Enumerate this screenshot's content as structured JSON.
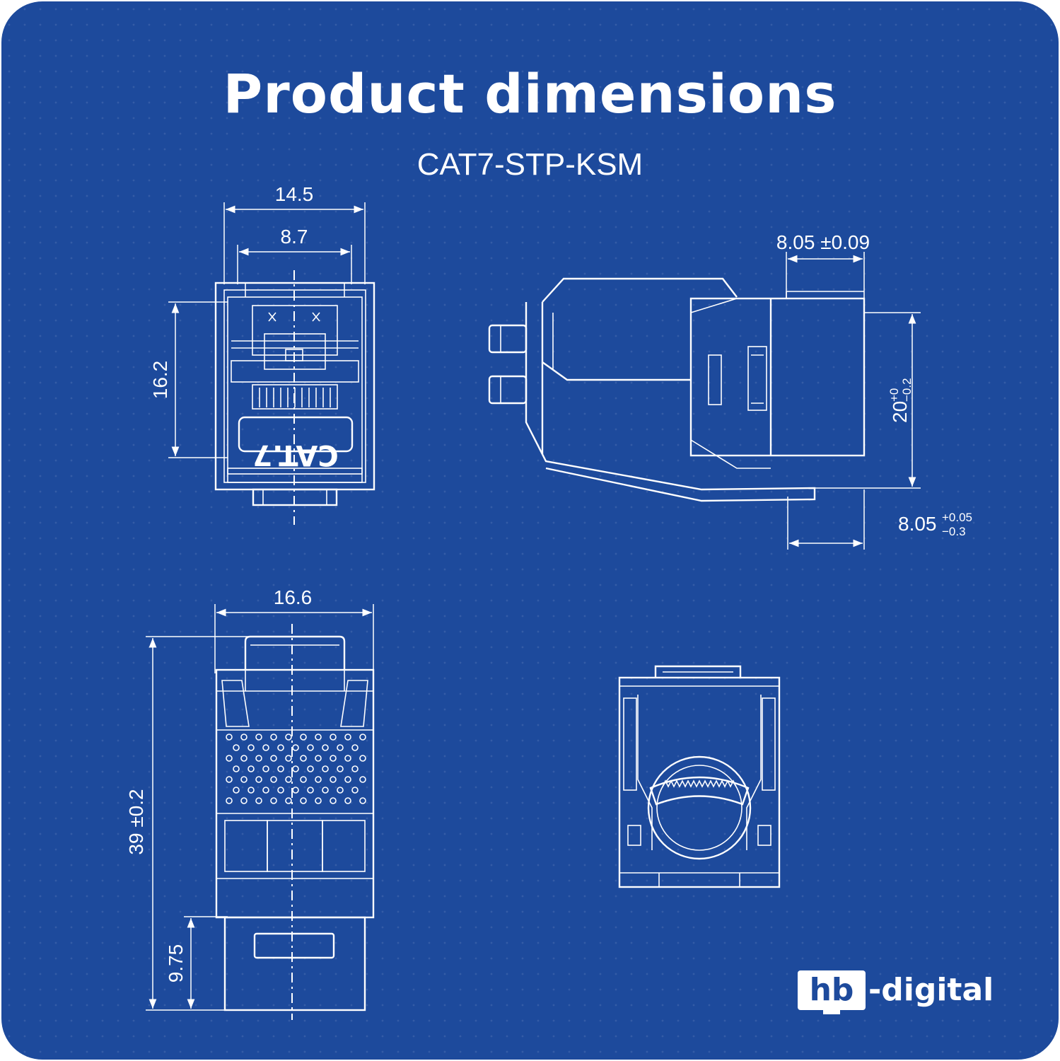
{
  "header": {
    "title": "Product dimensions",
    "subtitle": "CAT7-STP-KSM"
  },
  "front_view": {
    "width_outer": "14.5",
    "width_inner": "8.7",
    "height": "16.2",
    "label": "CAT.7"
  },
  "side_view": {
    "top_dim": "8.05 ±0.09",
    "height_main": "20",
    "height_tol_upper": "+0",
    "height_tol_lower": "−0.2",
    "bottom_dim_main": "8.05",
    "bottom_tol_upper": "+0.05",
    "bottom_tol_lower": "−0.3"
  },
  "bottom_view": {
    "width": "16.6",
    "length": "39 ±0.2",
    "tail": "9.75"
  },
  "logo": {
    "box_text": "hb",
    "text": "-digital"
  },
  "colors": {
    "background": "#1d4a9c",
    "lines": "#ffffff"
  }
}
